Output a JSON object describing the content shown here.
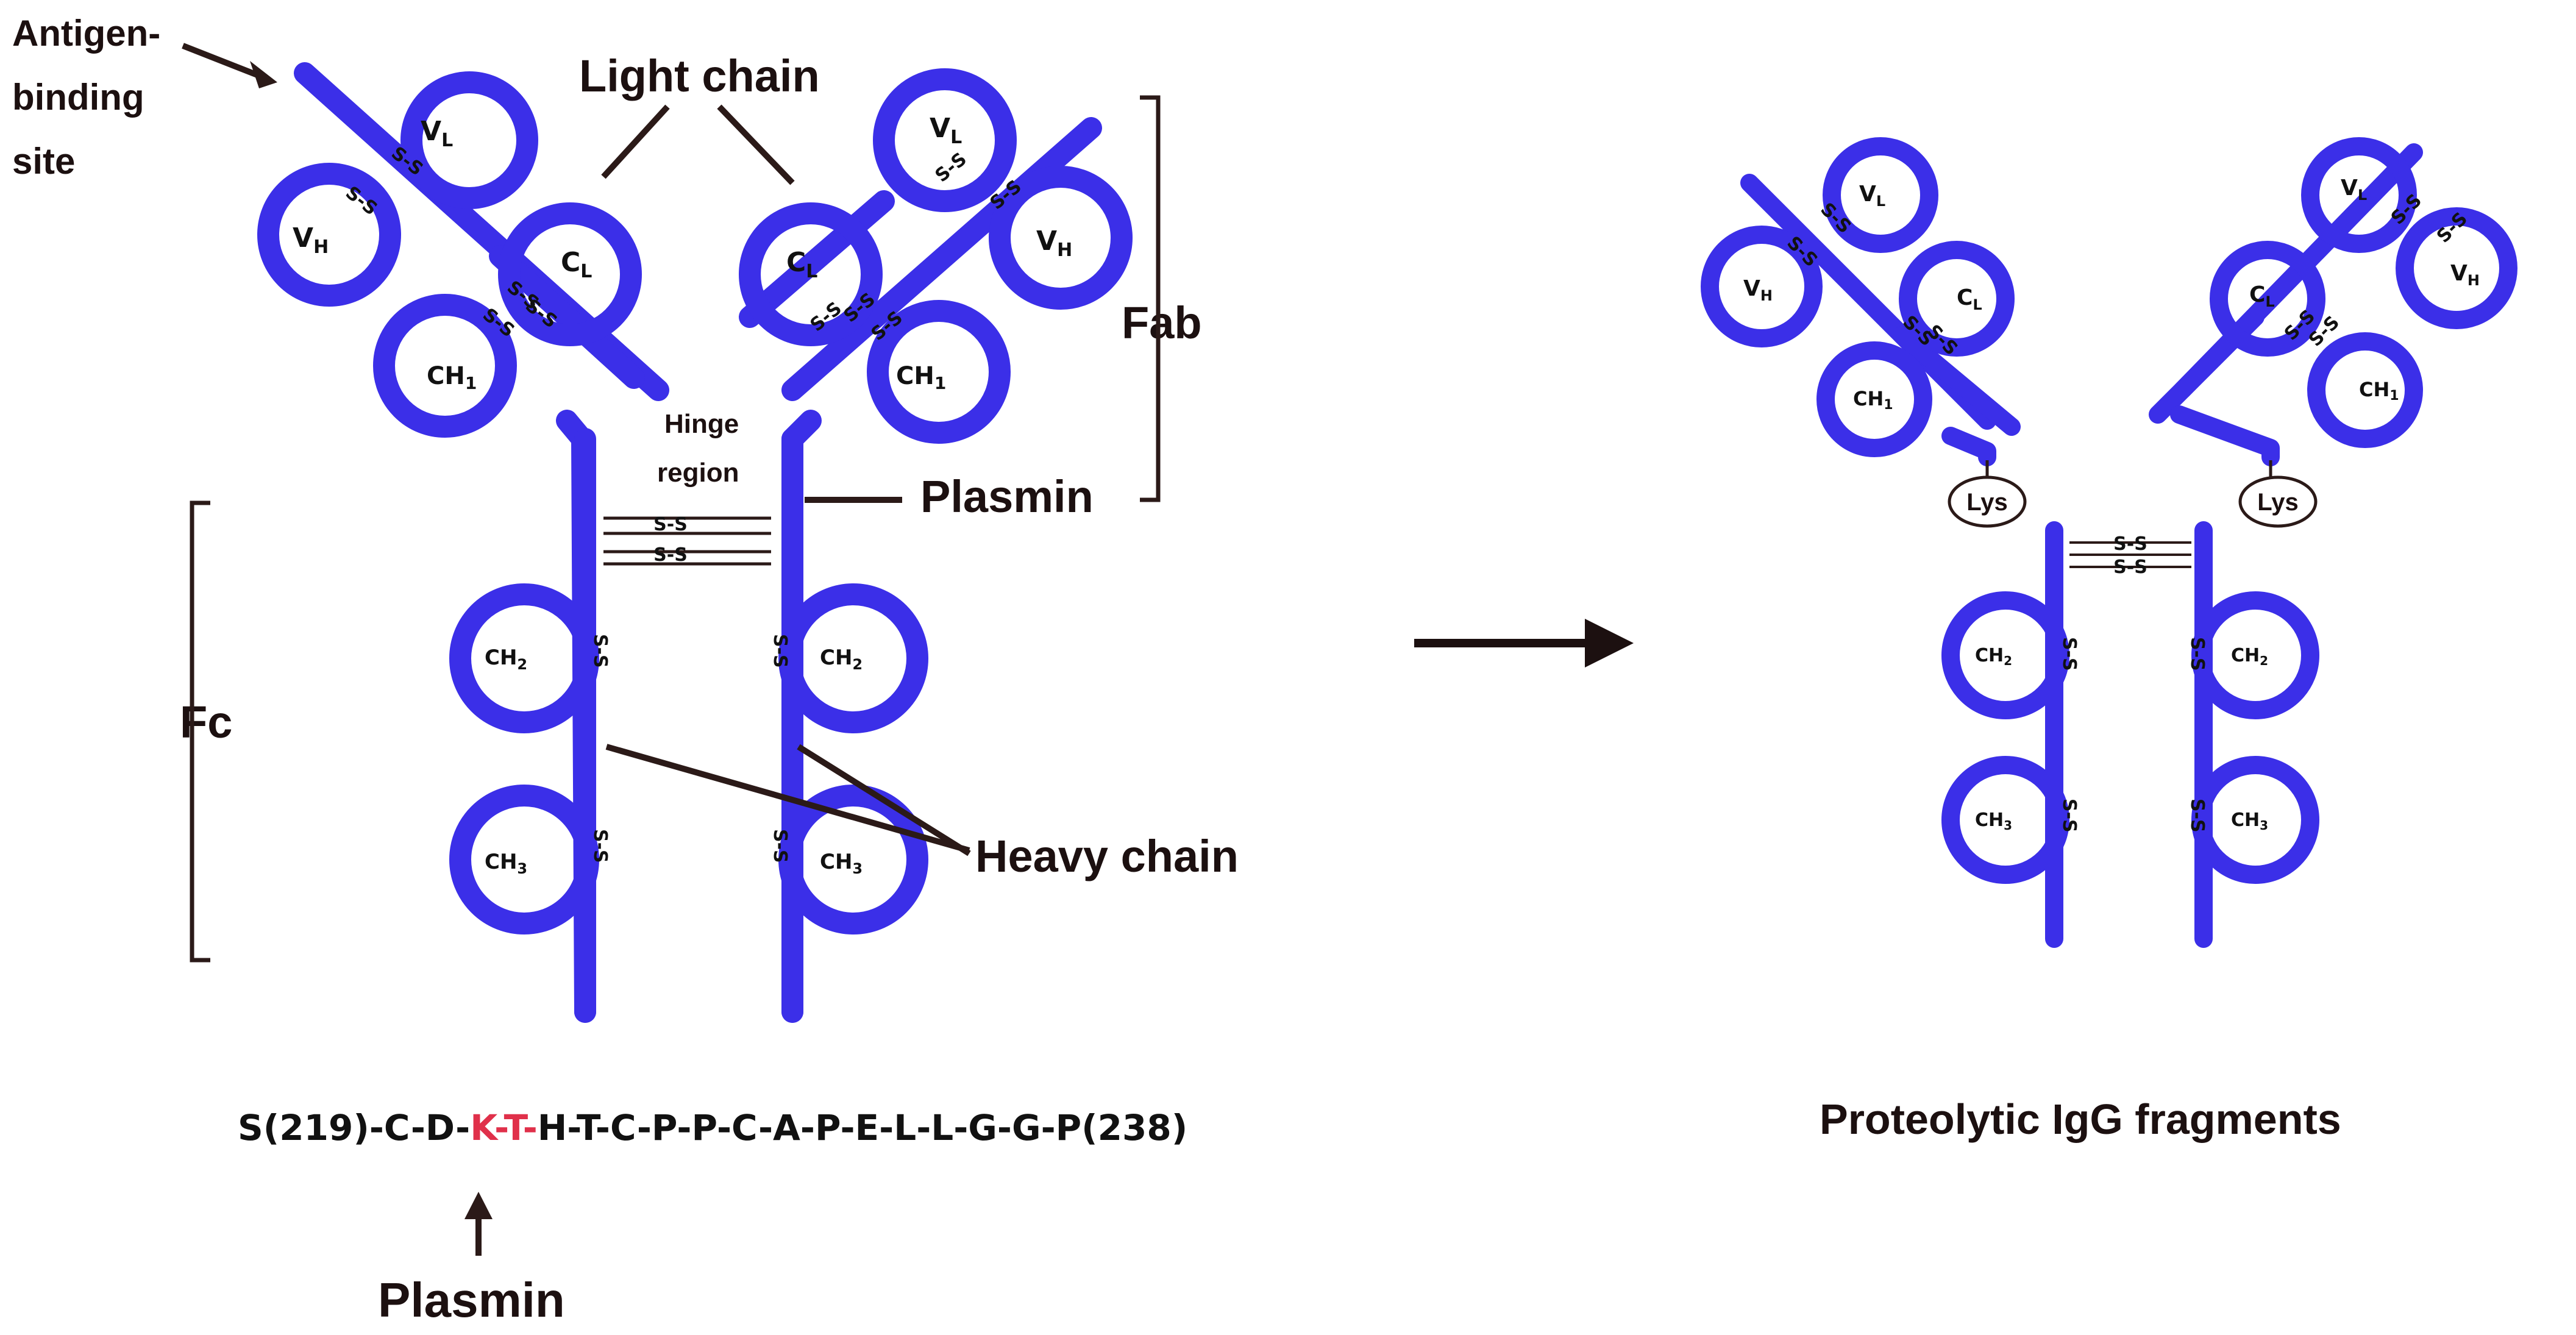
{
  "labels": {
    "antigen_binding_site": [
      "Antigen-",
      "binding",
      "site"
    ],
    "light_chain": "Light chain",
    "heavy_chain": "Heavy chain",
    "fab": "Fab",
    "fc": "Fc",
    "hinge_region": [
      "Hinge",
      "region"
    ],
    "plasmin_hinge": "Plasmin",
    "plasmin_sequence": "Plasmin",
    "fragments_caption": "Proteolytic IgG fragments"
  },
  "domains": {
    "vl": "VL",
    "vh": "VH",
    "cl": "CL",
    "ch1": "CH1",
    "ch2": "CH2",
    "ch3": "CH3",
    "vl_display": [
      "V",
      "L"
    ],
    "vh_display": [
      "V",
      "H"
    ],
    "cl_display": [
      "C",
      "L"
    ],
    "ch1_display": [
      "CH",
      "1"
    ],
    "ch2_display": [
      "CH",
      "2"
    ],
    "ch3_display": [
      "CH",
      "3"
    ]
  },
  "disulfide": "S-S",
  "lys": "Lys",
  "sequence": {
    "before": "S(219)-C-D-",
    "highlight": "K-T-",
    "after": "H-T-C-P-P-C-A-P-E-L-L-G-G-P(238)"
  },
  "colors": {
    "chain": "#3b2fe8",
    "label": "#1c1010",
    "highlight": "#e0304a",
    "bracket": "#6b4a40"
  },
  "icons": {
    "process_arrow": "right-arrow-icon",
    "cleavage_arrow": "up-arrow-icon"
  }
}
